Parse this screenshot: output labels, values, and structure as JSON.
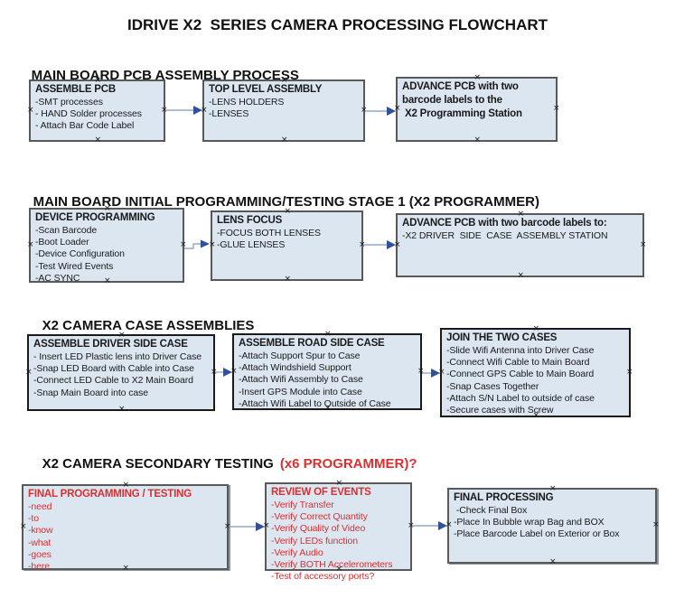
{
  "title": "IDRIVE X2  SERIES CAMERA PROCESSING FLOWCHART",
  "colors": {
    "box_fill": "#dce6f1",
    "box_border": "#58595b",
    "box_border_dark": "#1a1a1a",
    "red": "#d92f2f",
    "arrow_line": "#92a9c6",
    "arrow_head": "#2f4f9f"
  },
  "sections": [
    {
      "header": "MAIN BOARD PCB ASSEMBLY PROCESS",
      "boxes": [
        {
          "title": "ASSEMBLE PCB",
          "items": [
            "-SMT processes",
            "- HAND Solder processes",
            "- Attach Bar Code Label"
          ]
        },
        {
          "title": "TOP LEVEL ASSEMBLY",
          "items": [
            "-LENS HOLDERS",
            "-LENSES"
          ]
        },
        {
          "title": "ADVANCE PCB with two\nbarcode labels to the\n X2 Programming Station",
          "items": []
        }
      ]
    },
    {
      "header": "MAIN BOARD INITIAL PROGRAMMING/TESTING STAGE 1 (X2 PROGRAMMER)",
      "boxes": [
        {
          "title": "DEVICE PROGRAMMING",
          "items": [
            "-Scan Barcode",
            "-Boot Loader",
            "-Device Configuration",
            "-Test Wired Events",
            "-AC SYNC"
          ]
        },
        {
          "title": "LENS FOCUS",
          "items": [
            "-FOCUS BOTH LENSES",
            "-GLUE LENSES"
          ]
        },
        {
          "title": "ADVANCE PCB with two barcode labels to:",
          "items": [
            "-X2 DRIVER  SIDE  CASE  ASSEMBLY STATION"
          ]
        }
      ]
    },
    {
      "header": "X2 CAMERA CASE ASSEMBLIES",
      "boxes": [
        {
          "title": "ASSEMBLE DRIVER SIDE CASE",
          "items": [
            "- Insert LED Plastic lens into Driver Case",
            "-Snap LED Board with Cable into Case",
            "-Connect LED Cable to X2 Main Board",
            "-Snap Main Board into case"
          ]
        },
        {
          "title": "ASSEMBLE ROAD SIDE CASE",
          "items": [
            "-Attach Support Spur to Case",
            "-Attach Windshield Support",
            "-Attach Wifi Assembly to Case",
            "-Insert GPS Module into Case",
            "-Attach Wifi Label to Outside of Case"
          ]
        },
        {
          "title": "JOIN THE TWO CASES",
          "items": [
            "-Slide Wifi Antenna into Driver Case",
            "-Connect Wifi Cable to Main Board",
            "-Connect GPS Cable to Main Board",
            "-Snap Cases Together",
            "-Attach S/N Label to outside of case",
            "-Secure cases with Screw"
          ]
        }
      ]
    },
    {
      "header": "X2 CAMERA SECONDARY TESTING",
      "header_highlight": "(x6 PROGRAMMER)?",
      "boxes": [
        {
          "title": "FINAL PROGRAMMING / TESTING",
          "items": [
            "-need",
            "-to",
            "-know",
            "-what",
            "-goes",
            "-here"
          ]
        },
        {
          "title": "REVIEW OF EVENTS",
          "items": [
            "-Verify Transfer",
            "-Verify Correct Quantity",
            "-Verify Quality of Video",
            "-Verify LEDs function",
            "-Verify Audio",
            "-Verify BOTH Accelerometers",
            "-Test of accessory ports?"
          ]
        },
        {
          "title": "FINAL PROCESSING",
          "items": [
            " -Check Final Box",
            "-Place In Bubble wrap Bag and BOX",
            "-Place Barcode Label on Exterior or Box"
          ]
        }
      ]
    }
  ]
}
